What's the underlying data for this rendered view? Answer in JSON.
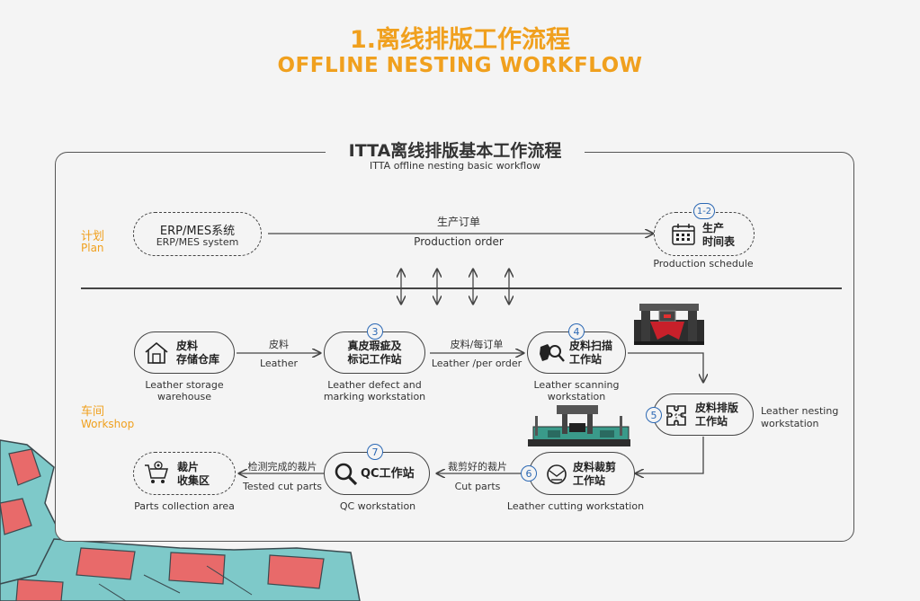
{
  "header": {
    "title_cn": "1.离线排版工作流程",
    "title_en": "OFFLINE NESTING WORKFLOW"
  },
  "panel": {
    "title_cn": "ITTA离线排版基本工作流程",
    "title_en": "ITTA offline nesting basic workflow"
  },
  "sections": {
    "plan_cn": "计划",
    "plan_en": "Plan",
    "workshop_cn": "车间",
    "workshop_en": "Workshop"
  },
  "plan_row": {
    "erp": {
      "line1": "ERP/MES系统",
      "line2": "ERP/MES system"
    },
    "order_cn": "生产订单",
    "order_en": "Production order",
    "schedule": {
      "badge": "1-2",
      "line1": "生产",
      "line2": "时间表",
      "caption": "Production schedule"
    }
  },
  "nodes": {
    "storage": {
      "line1": "皮料",
      "line2": "存储仓库",
      "caption1": "Leather storage",
      "caption2": "warehouse"
    },
    "defect": {
      "badge": "3",
      "line1": "真皮瑕疵及",
      "line2": "标记工作站",
      "caption1": "Leather defect and",
      "caption2": "marking workstation"
    },
    "scanning": {
      "badge": "4",
      "line1": "皮料扫描",
      "line2": "工作站",
      "caption": "Leather scanning workstation"
    },
    "nesting": {
      "badge": "5",
      "line1": "皮料排版",
      "line2": "工作站",
      "caption1": "Leather nesting",
      "caption2": "workstation"
    },
    "cutting": {
      "badge": "6",
      "line1": "皮料裁剪",
      "line2": "工作站",
      "caption": "Leather cutting workstation"
    },
    "qc": {
      "badge": "7",
      "line1": "QC工作站",
      "caption": "QC workstation"
    },
    "collection": {
      "line1": "裁片",
      "line2": "收集区",
      "caption": "Parts collection area"
    }
  },
  "edges": {
    "e1_cn": "皮料",
    "e1_en": "Leather",
    "e2_cn": "皮料/每订单",
    "e2_en": "Leather /per order",
    "e3_cn": "裁剪好的裁片",
    "e3_en": "Cut parts",
    "e4_cn": "检测完成的裁片",
    "e4_en": "Tested cut parts"
  },
  "colors": {
    "accent": "#f0a01e",
    "badge": "#2b68b4",
    "line": "#444444"
  }
}
